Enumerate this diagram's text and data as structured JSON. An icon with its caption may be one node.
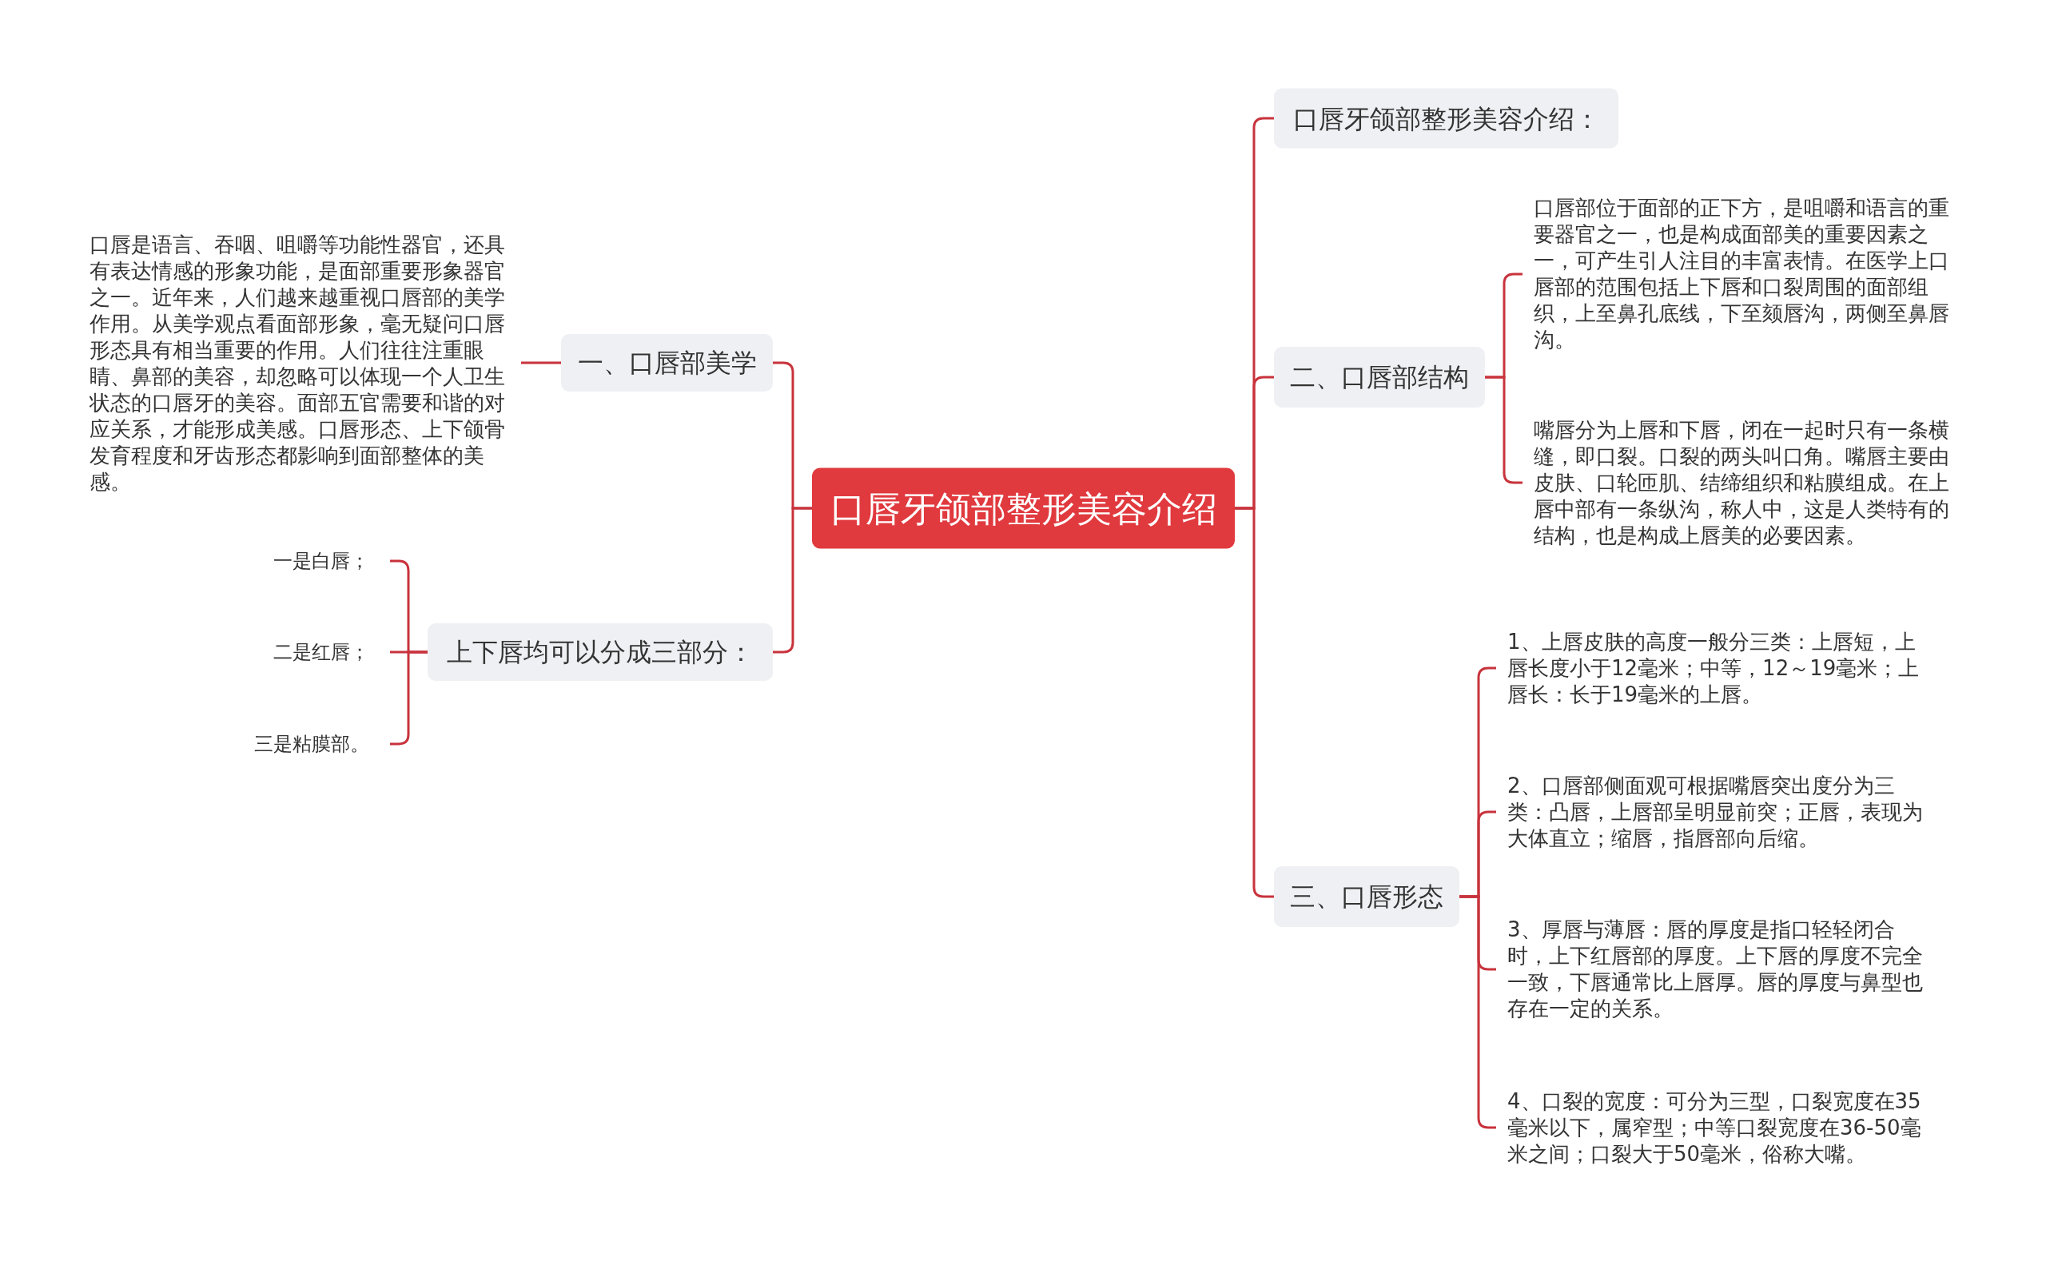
{
  "diagram": {
    "nodes": [
      {
        "text": [
          "口唇牙颌部整形美容介绍"
        ]
      },
      {
        "text": [
          "一、口唇部美学"
        ]
      },
      {
        "text": [
          "口唇是语言、吞咽、咀嚼等功能性器官，还具有表达情感的形象功能，是面部重要形象器官之一。近年来，人们越来越重视口唇部的美学作用。从美学观点看面部形象，毫无疑问口唇形态具有相当重要的作用。人们往往注重眼睛、鼻部的美容，却忽略可以体现一个人卫生状态的口唇牙的美容。面部五官需要和谐的对应关系，才能形成美感。口唇形态、上下颌骨发育程度和牙齿形态都影响到面部整体的美感。"
        ]
      },
      {
        "text": [
          "上下唇均可以分成三部分："
        ]
      },
      {
        "text": [
          "一是白唇；"
        ]
      },
      {
        "text": [
          "二是红唇；"
        ]
      },
      {
        "text": [
          "三是粘膜部。"
        ]
      },
      {
        "text": [
          "口唇牙颌部整形美容介绍："
        ]
      },
      {
        "text": [
          "二、口唇部结构"
        ]
      },
      {
        "text": [
          "口唇部位于面部的正下方，是咀嚼和语言的重要器官之一，也是构成面部美的重要因素之一，可产生引人注目的丰富表情。在医学上口唇部的范围包括上下唇和口裂周围的面部组织，上至鼻孔底线，下至颏唇沟，两侧至鼻唇沟。"
        ]
      },
      {
        "text": [
          "嘴唇分为上唇和下唇，闭在一起时只有一条横缝，即口裂。口裂的两头叫口角。嘴唇主要由皮肤、口轮匝肌、结缔组织和粘膜组成。在上唇中部有一条纵沟，称人中，这是人类特有的结构，也是构成上唇美的必要因素。"
        ]
      },
      {
        "text": [
          "三、口唇形态"
        ]
      },
      {
        "text": [
          "1、上唇皮肤的高度一般分三类：上唇短，上唇长度小于12毫米；中等，12～19毫米；上唇长：长于19毫米的上唇。"
        ]
      },
      {
        "text": [
          "2、口唇部侧面观可根据嘴唇突出度分为三类：凸唇，上唇部呈明显前突；正唇，表现为大体直立；缩唇，指唇部向后缩。"
        ]
      },
      {
        "text": [
          "3、厚唇与薄唇：唇的厚度是指口轻轻闭合时，上下红唇部的厚度。上下唇的厚度不完全一致，下唇通常比上唇厚。唇的厚度与鼻型也存在一定的关系。"
        ]
      },
      {
        "text": [
          "4、口裂的宽度：可分为三型，口裂宽度在35毫米以下，属窄型；中等口裂宽度在36-50毫米之间；口裂大于50毫米，俗称大嘴。"
        ]
      }
    ],
    "edges": [
      {
        "from": 0,
        "to": 1,
        "arrow": "none"
      },
      {
        "from": 1,
        "to": 2,
        "arrow": "none"
      },
      {
        "from": 0,
        "to": 3,
        "arrow": "none"
      },
      {
        "from": 3,
        "to": 4,
        "arrow": "none"
      },
      {
        "from": 3,
        "to": 5,
        "arrow": "none"
      },
      {
        "from": 3,
        "to": 6,
        "arrow": "none"
      },
      {
        "from": 0,
        "to": 7,
        "arrow": "none"
      },
      {
        "from": 0,
        "to": 8,
        "arrow": "none"
      },
      {
        "from": 8,
        "to": 9,
        "arrow": "none"
      },
      {
        "from": 8,
        "to": 10,
        "arrow": "none"
      },
      {
        "from": 0,
        "to": 11,
        "arrow": "none"
      },
      {
        "from": 11,
        "to": 12,
        "arrow": "none"
      },
      {
        "from": 11,
        "to": 13,
        "arrow": "none"
      },
      {
        "from": 11,
        "to": 14,
        "arrow": "none"
      },
      {
        "from": 11,
        "to": 15,
        "arrow": "none"
      }
    ]
  }
}
